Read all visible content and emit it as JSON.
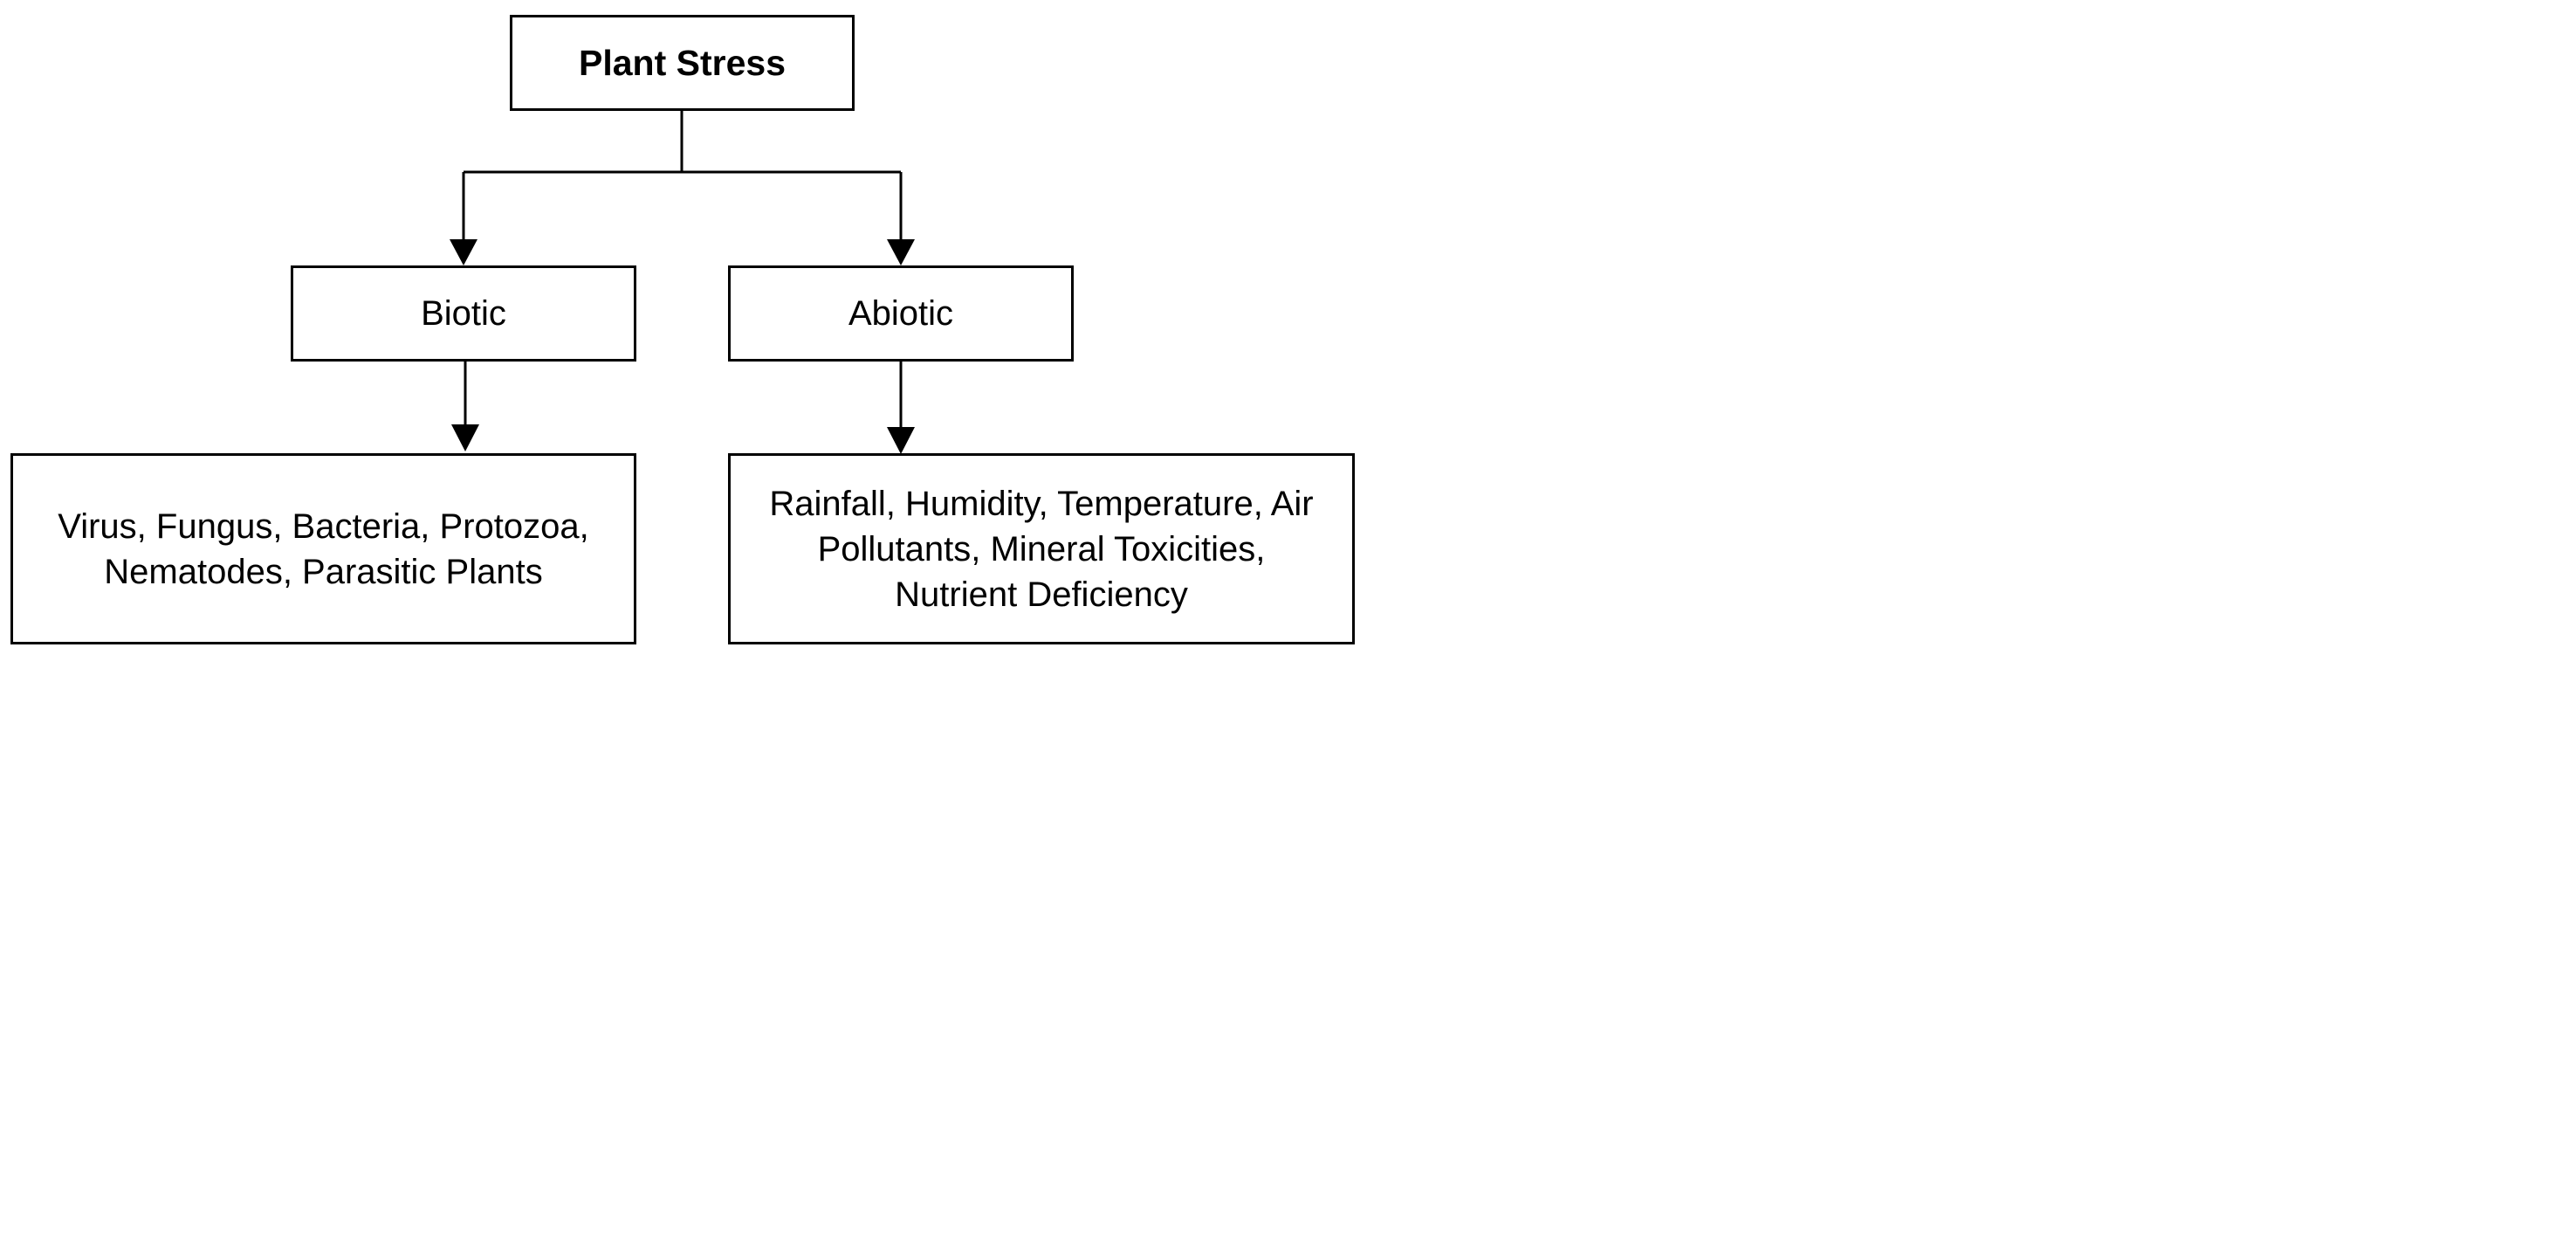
{
  "root": {
    "label": "Plant Stress"
  },
  "categories": [
    {
      "id": "biotic",
      "label": "Biotic",
      "examples_lines": [
        "Virus, Fungus, Bacteria, Protozoa,",
        "Nematodes, Parasitic Plants"
      ]
    },
    {
      "id": "abiotic",
      "label": "Abiotic",
      "examples_lines": [
        "Rainfall, Humidity, Temperature, Air",
        "Pollutants, Mineral Toxicities,",
        "Nutrient Deficiency"
      ]
    }
  ],
  "colors": {
    "line": "#000000",
    "box_fill": "#ffffff",
    "text": "#000000"
  }
}
